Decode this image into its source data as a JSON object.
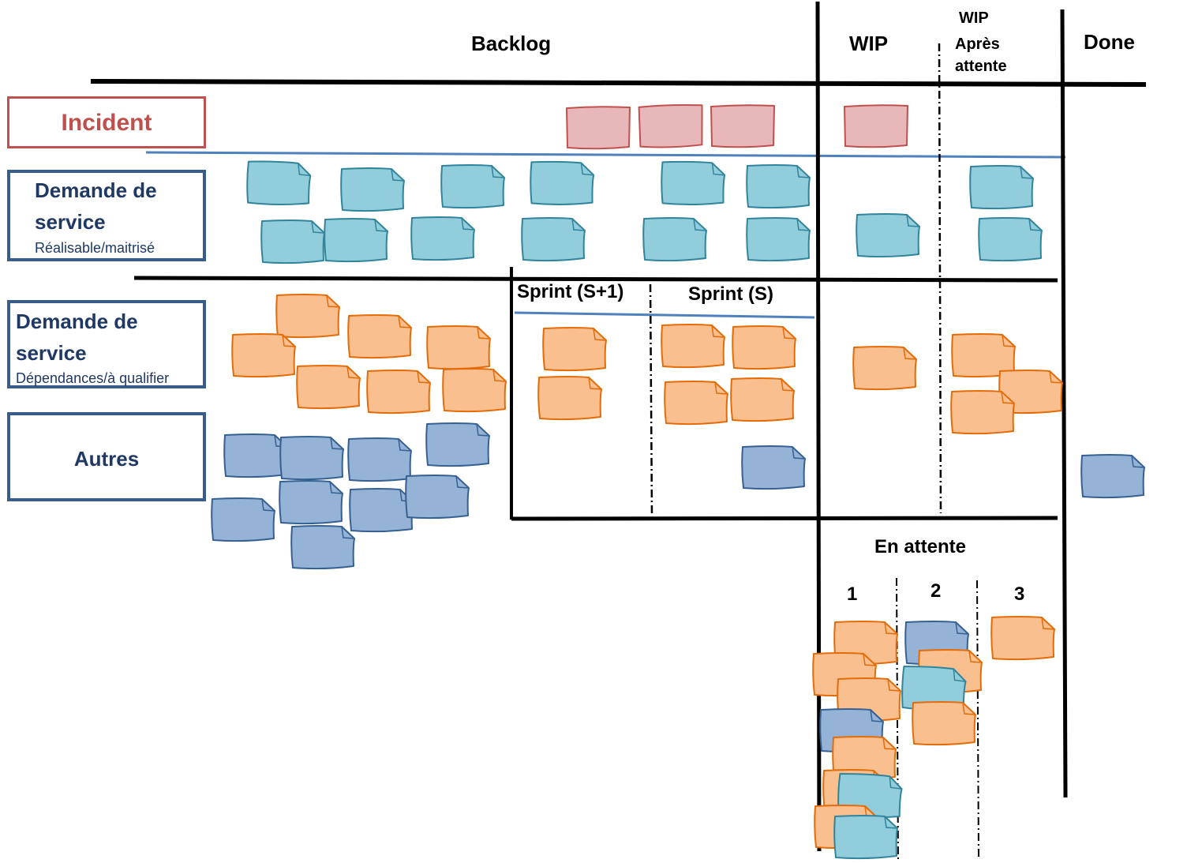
{
  "columns": {
    "backlog": "Backlog",
    "wip": "WIP",
    "wip_after_line1": "WIP",
    "wip_after_line2": "Après",
    "wip_after_line3": "attente",
    "done": "Done"
  },
  "sprints": {
    "next": "Sprint (S+1)",
    "current": "Sprint (S)"
  },
  "waiting": {
    "title": "En attente",
    "slot1": "1",
    "slot2": "2",
    "slot3": "3"
  },
  "lanes": {
    "incident": "Incident",
    "service1_line1": "Demande de",
    "service1_line2": "service",
    "service1_sub": "Réalisable/maitrisé",
    "service2_line1": "Demande de",
    "service2_line2": "service",
    "service2_sub": "Dépendances/à qualifier",
    "others": "Autres"
  },
  "colors": {
    "incident": "#e8b7ba",
    "incident_border": "#c0504d",
    "service": "#92cddc",
    "service_border": "#31849b",
    "dependency": "#f9bf8f",
    "dependency_border": "#e36c09",
    "other": "#95b3d7",
    "other_border": "#366092",
    "lane_border": "#385d8a",
    "lane_text": "#1f3864",
    "divider": "#4f81bd"
  }
}
